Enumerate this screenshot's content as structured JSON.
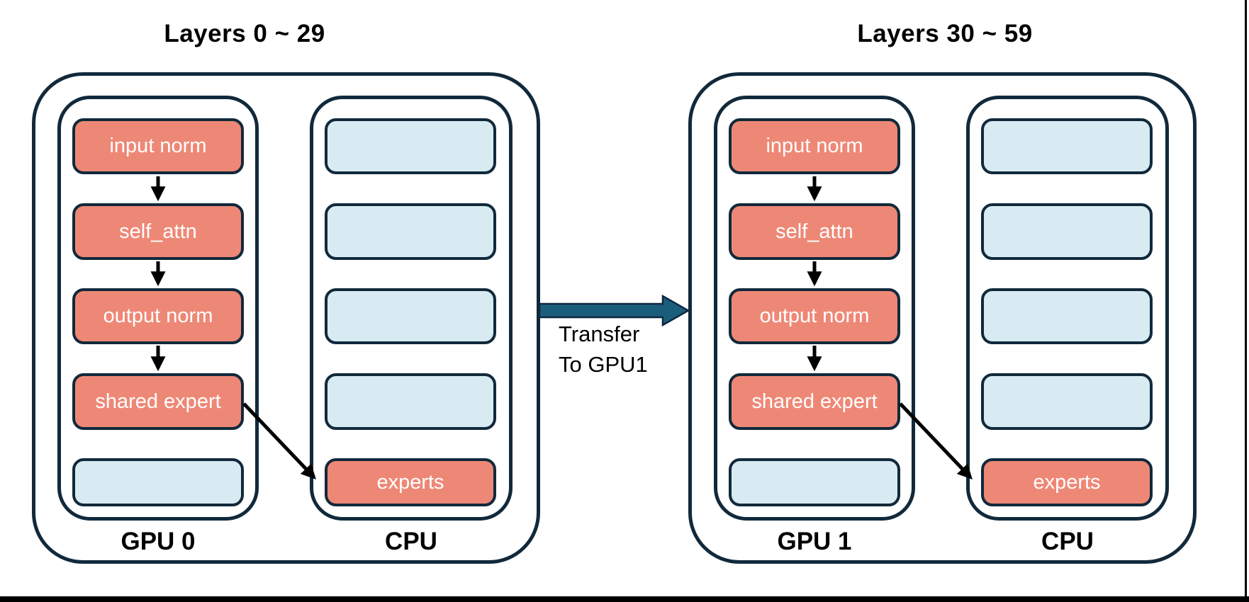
{
  "diagram": {
    "groups": [
      {
        "title": "Layers 0 ~ 29",
        "gpu": {
          "label": "GPU 0",
          "boxes": [
            {
              "label": "input norm"
            },
            {
              "label": "self_attn"
            },
            {
              "label": "output norm"
            },
            {
              "label": "shared expert"
            },
            {
              "label": ""
            }
          ]
        },
        "cpu": {
          "label": "CPU",
          "boxes": [
            {
              "label": ""
            },
            {
              "label": ""
            },
            {
              "label": ""
            },
            {
              "label": ""
            },
            {
              "label": "experts"
            }
          ]
        }
      },
      {
        "title": "Layers 30 ~ 59",
        "gpu": {
          "label": "GPU 1",
          "boxes": [
            {
              "label": "input norm"
            },
            {
              "label": "self_attn"
            },
            {
              "label": "output norm"
            },
            {
              "label": "shared expert"
            },
            {
              "label": ""
            }
          ]
        },
        "cpu": {
          "label": "CPU",
          "boxes": [
            {
              "label": ""
            },
            {
              "label": ""
            },
            {
              "label": ""
            },
            {
              "label": ""
            },
            {
              "label": "experts"
            }
          ]
        }
      }
    ],
    "transfer": {
      "line1": "Transfer",
      "line2": "To GPU1"
    },
    "colors": {
      "outline_navy": "#11293B",
      "module_salmon": "#EE8876",
      "placeholder_blue": "#D8EBF2",
      "transfer_arrow_fill": "#1B5E7B",
      "flow_arrow_black": "#000000"
    }
  }
}
